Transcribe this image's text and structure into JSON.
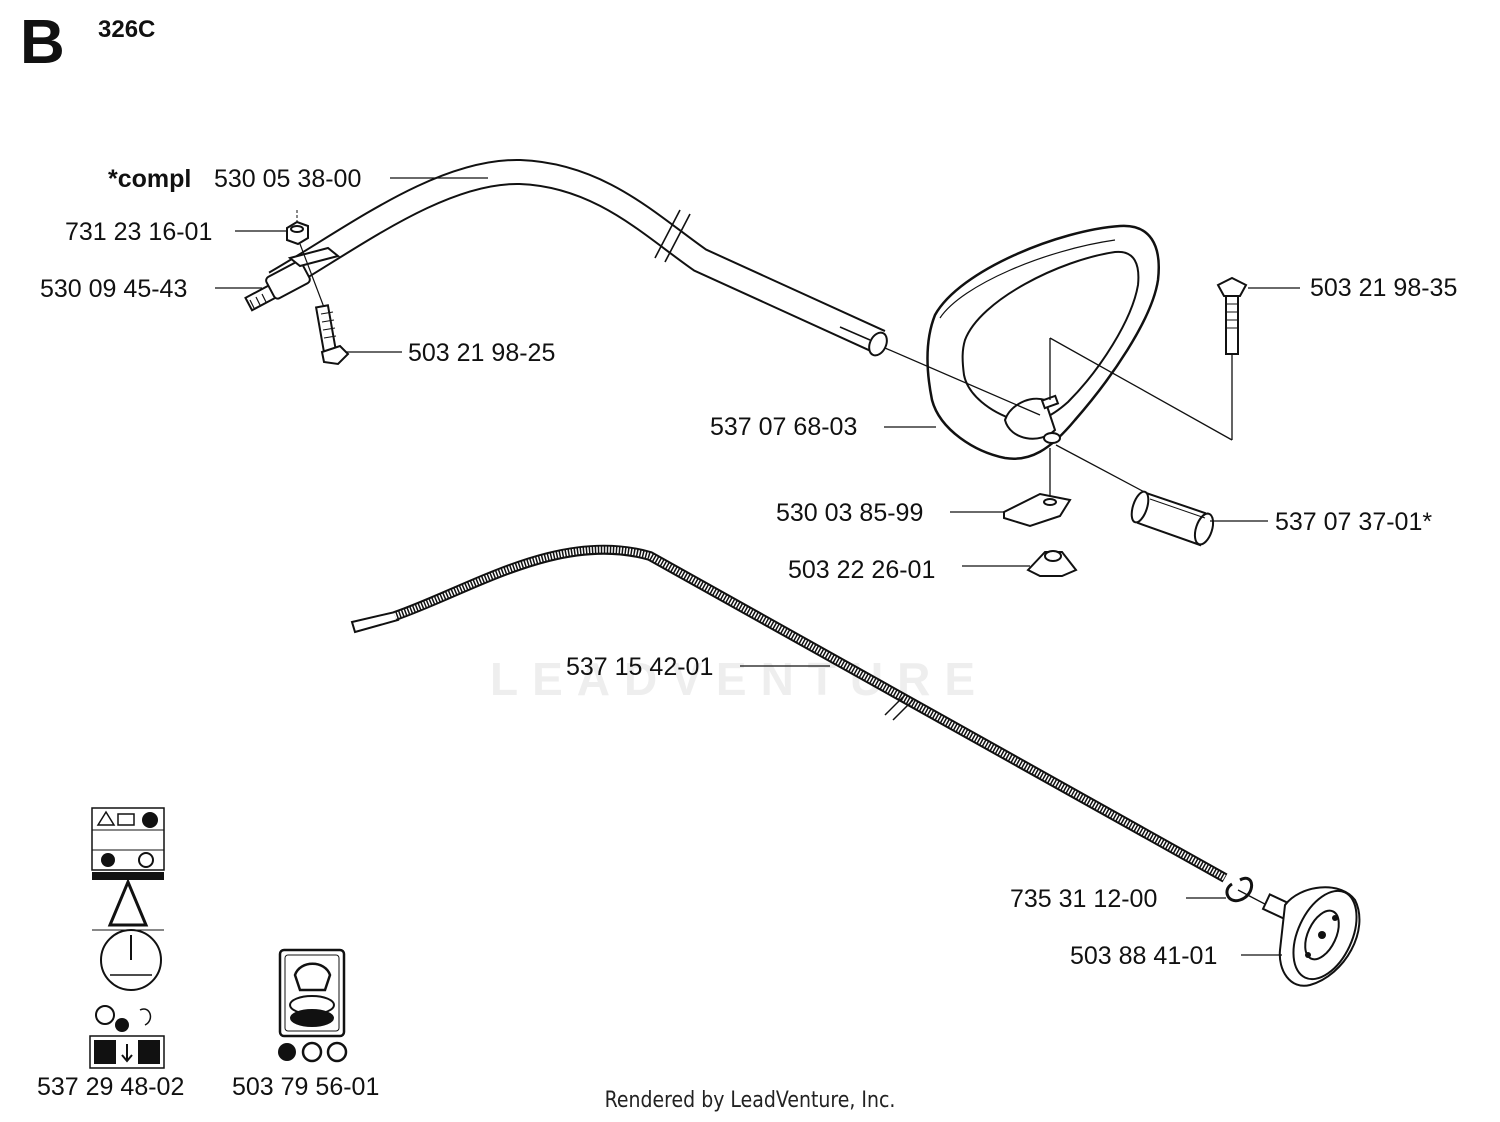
{
  "header": {
    "section_letter": "B",
    "model": "326C"
  },
  "watermark": "LEADVENTURE",
  "footer": "Rendered by LeadVenture, Inc.",
  "callouts": {
    "tube_compl_prefix": "*compl",
    "tube_compl": "530 05 38-00",
    "nut": "731 23 16-01",
    "clamp_coupling": "530 09 45-43",
    "screw_upper": "503 21 98-25",
    "screw_handle": "503 21 98-35",
    "loop_handle": "537 07 68-03",
    "bracket": "530 03 85-99",
    "spacer": "537 07 37-01*",
    "wing_nut": "503 22 26-01",
    "drive_shaft": "537 15 42-01",
    "circlip": "735 31 12-00",
    "clutch_drum": "503 88 41-01",
    "decal_set": "537 29 48-02",
    "decal_trimmer": "503 79 56-01"
  }
}
